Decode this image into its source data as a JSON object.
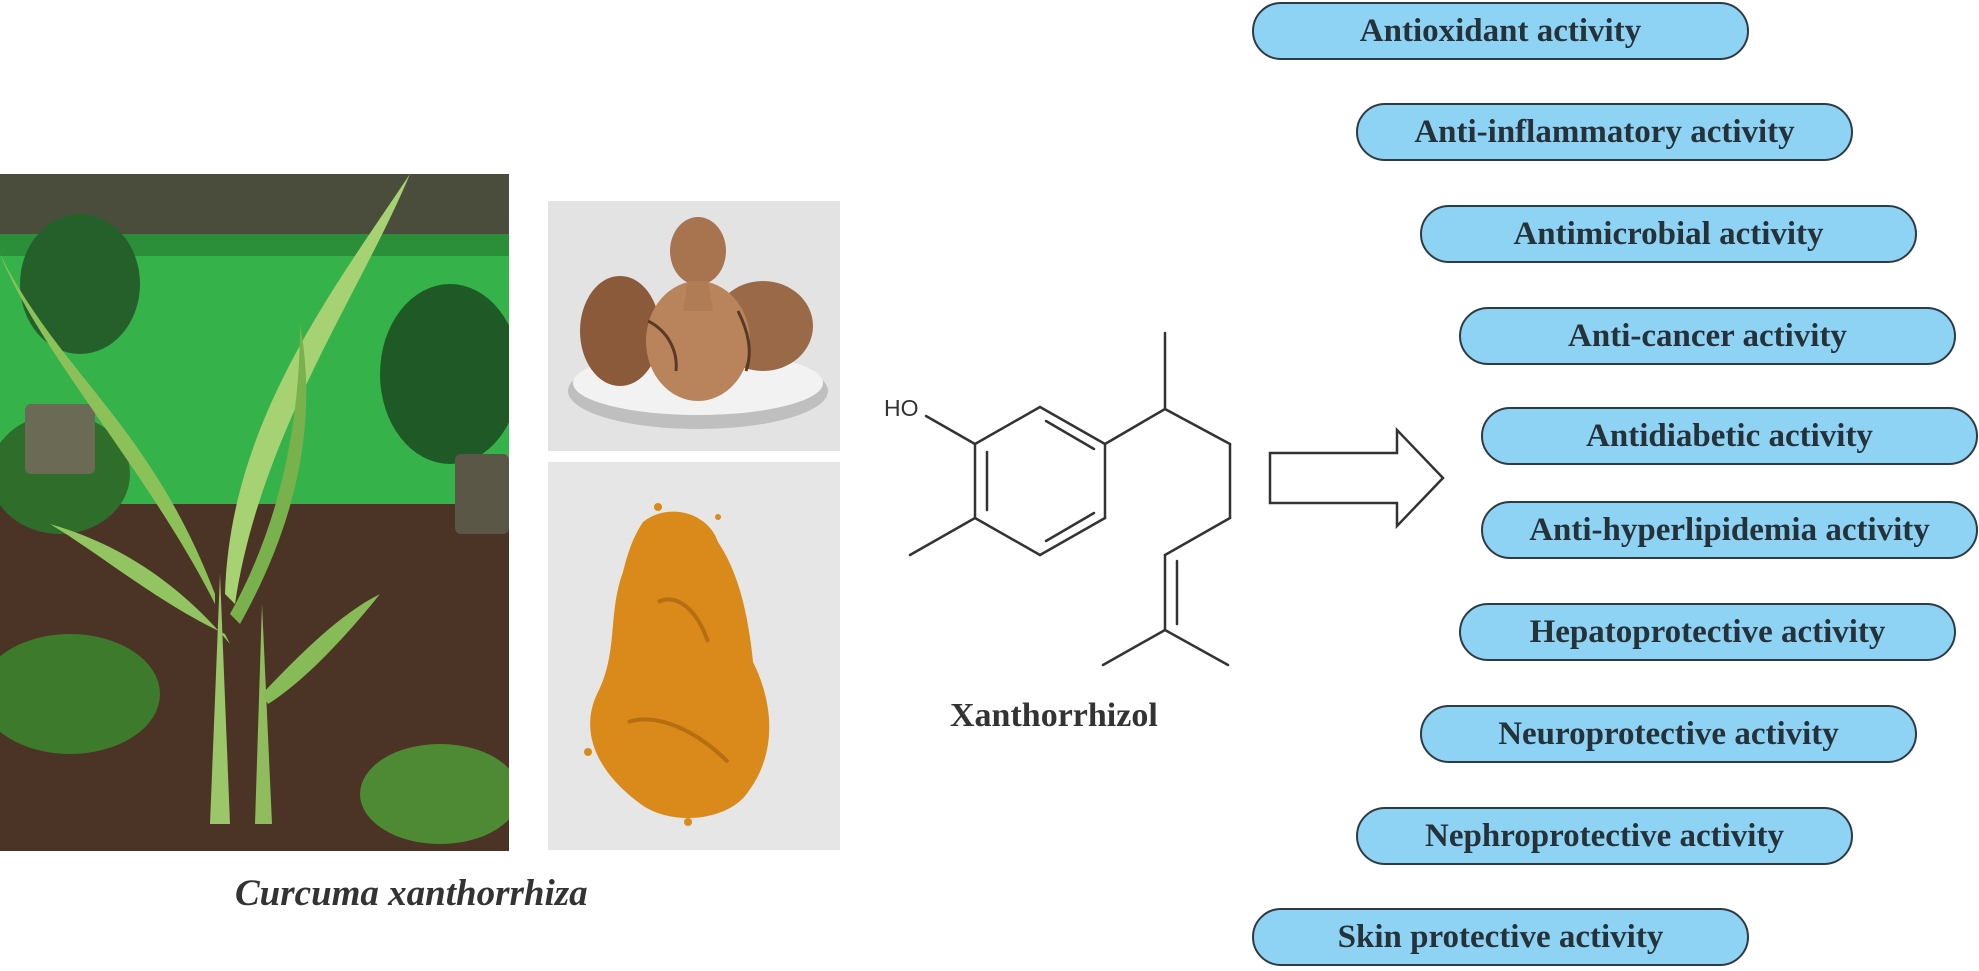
{
  "species_caption": "Curcuma xanthorrhiza",
  "compound": {
    "name": "Xanthorrhizol",
    "hydroxyl_label": "HO"
  },
  "activities": [
    "Antioxidant activity",
    "Anti-inflammatory activity",
    "Antimicrobial activity",
    "Anti-cancer activity",
    "Antidiabetic activity",
    "Anti-hyperlipidemia activity",
    "Hepatoprotective activity",
    "Neuroprotective activity",
    "Nephroprotective activity",
    "Skin protective activity"
  ],
  "colors": {
    "pill_fill": "#8fd3f4",
    "pill_border": "#2e3b44",
    "powder": "#d98a1a",
    "leaf": "#7dbb4e",
    "wall": "#36b24a"
  }
}
